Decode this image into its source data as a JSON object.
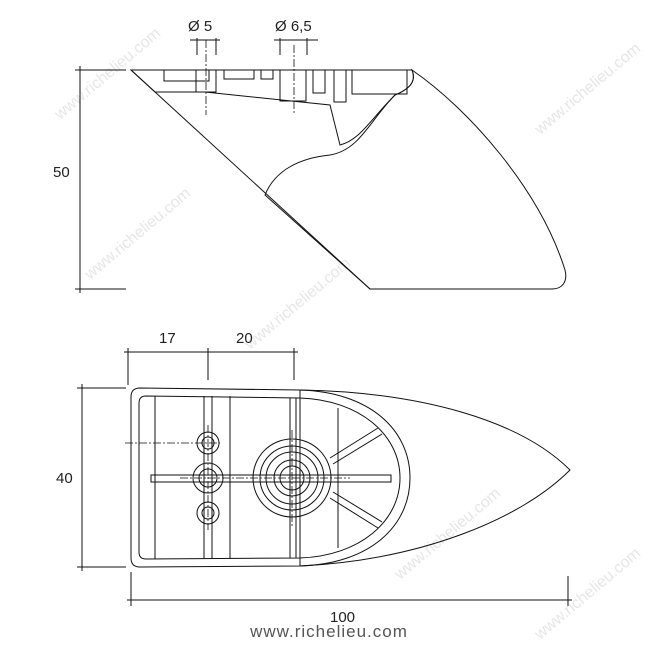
{
  "side_view": {
    "hole_small_label": "Ø 5",
    "hole_large_label": "Ø 6,5",
    "height_label": "50"
  },
  "bottom_view": {
    "dim_first_label": "17",
    "dim_second_label": "20",
    "width_label": "40",
    "length_label": "100"
  },
  "watermark": "www.richelieu.com",
  "footer": {
    "url": "www.richelieu.com"
  },
  "colors": {
    "shade_light": "#f2f2f2",
    "shade_dark": "#9a9a9a",
    "plate": "#e4e4e4"
  }
}
